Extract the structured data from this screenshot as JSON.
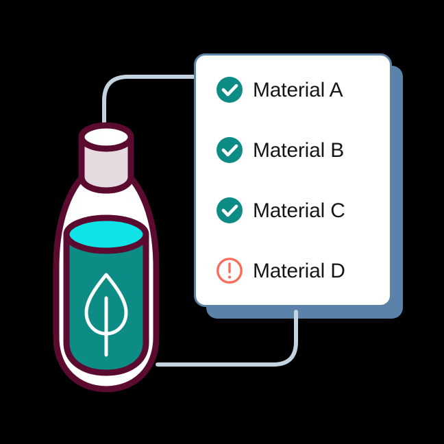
{
  "illustration": {
    "title": "Sustainable product material checklist illustration",
    "background_color": "#000000"
  },
  "product": {
    "name": "bottle-illustration",
    "cap": {
      "outline_color": "#5B0B2F",
      "top_color": "#FFFFFF",
      "band_color": "#E6DAE1"
    },
    "body": {
      "outline_color": "#5B0B2F",
      "fill_color": "#FFFFFF"
    },
    "liquid": {
      "surface_color": "#0FE3E8",
      "body_color": "#0D8C85",
      "outline_color": "#5B0B2F"
    },
    "leaf_icon": {
      "name": "leaf-icon",
      "stroke_color": "#FFFFFF"
    }
  },
  "connectors": {
    "stroke_color": "#C3D4E0",
    "top_connector_name": "top-connector-line",
    "bottom_connector_name": "bottom-connector-line"
  },
  "card": {
    "name": "materials-card",
    "border_color": "#5B84A8",
    "background_color": "#FFFFFF",
    "shadow_card_color": "#5B82A8",
    "corner_radius": 14
  },
  "materials_list": {
    "name": "materials-checklist",
    "items": [
      {
        "label": "Material A",
        "status": "approved",
        "icon": "check-circle-filled-icon",
        "icon_color": "#0D8C85",
        "icon_mark_color": "#FFFFFF"
      },
      {
        "label": "Material B",
        "status": "approved",
        "icon": "check-circle-filled-icon",
        "icon_color": "#0D8C85",
        "icon_mark_color": "#FFFFFF"
      },
      {
        "label": "Material C",
        "status": "approved",
        "icon": "check-circle-filled-icon",
        "icon_color": "#0D8C85",
        "icon_mark_color": "#FFFFFF"
      },
      {
        "label": "Material D",
        "status": "warning",
        "icon": "alert-circle-outline-icon",
        "icon_color": "#FA6B5A",
        "icon_mark_color": "#FA6B5A"
      }
    ]
  }
}
